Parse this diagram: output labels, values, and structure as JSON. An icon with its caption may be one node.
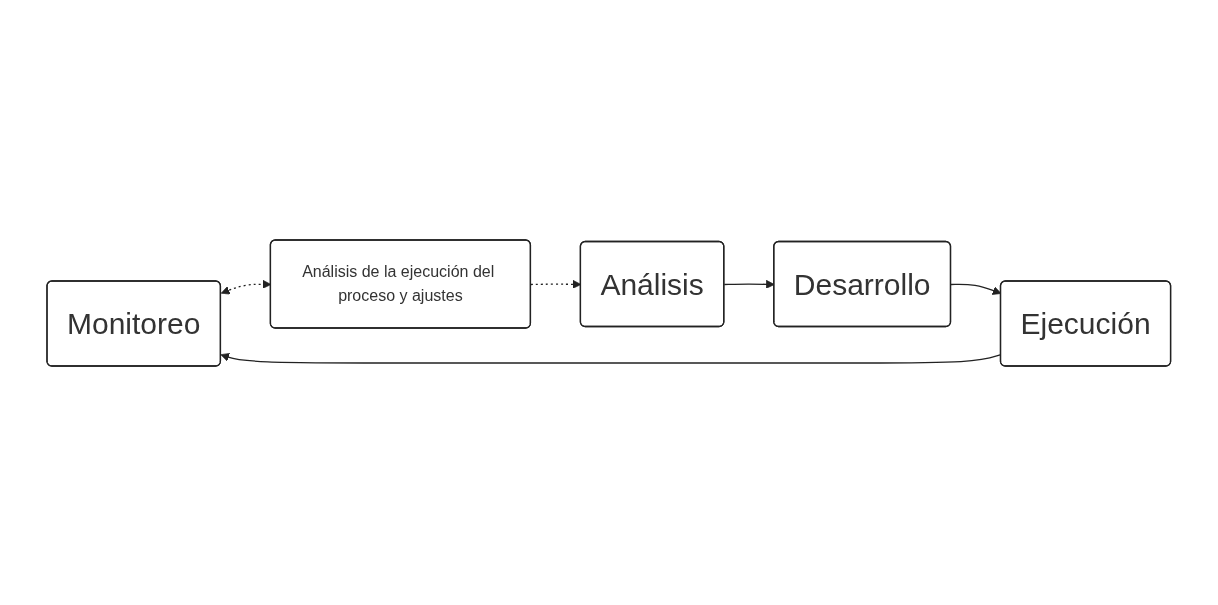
{
  "diagram": {
    "nodes": [
      {
        "text": [
          "Monitoreo"
        ]
      },
      {
        "text": [
          "Análisis de la ejecución del proceso y ajustes"
        ]
      },
      {
        "text": [
          "Análisis"
        ]
      },
      {
        "text": [
          "Desarrollo"
        ]
      },
      {
        "text": [
          "Ejecución"
        ]
      }
    ],
    "edges": [
      {
        "from": 2,
        "to": 3,
        "arrow": "to"
      },
      {
        "from": 3,
        "to": 4,
        "arrow": "to"
      },
      {
        "from": 4,
        "to": 0,
        "arrow": "to"
      },
      {
        "from": 0,
        "to": 1,
        "arrow": "both",
        "style": "dashed"
      },
      {
        "from": 1,
        "to": 2,
        "arrow": "to",
        "style": "dashed"
      }
    ]
  }
}
